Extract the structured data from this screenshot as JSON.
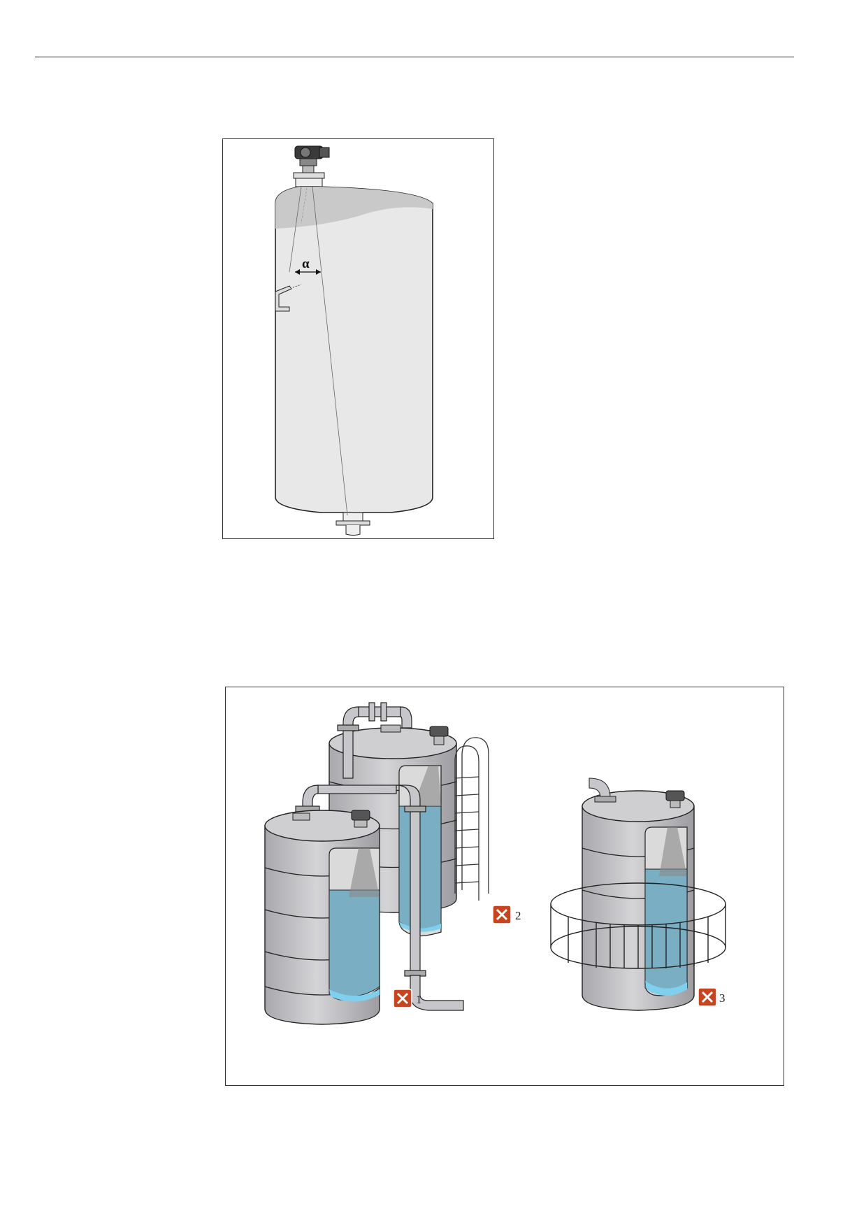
{
  "figure1": {
    "angle_label": "α"
  },
  "figure2": {
    "markers": [
      {
        "label": "1",
        "icon": "error-x-icon"
      },
      {
        "label": "2",
        "icon": "error-x-icon"
      },
      {
        "label": "3",
        "icon": "error-x-icon"
      }
    ]
  },
  "colors": {
    "tank_gray": "#c8c8cb",
    "liquid_blue": "#7aaec2",
    "liquid_surface": "#7fd0ef",
    "marker_red": "#c8441f"
  }
}
